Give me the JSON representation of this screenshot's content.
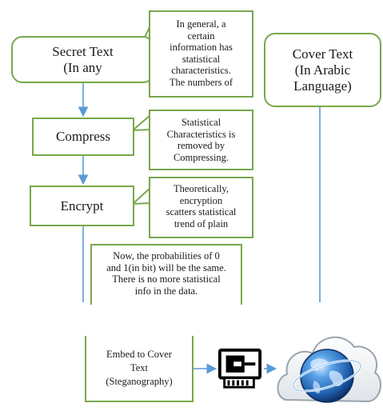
{
  "secret_text": {
    "lines": [
      "Secret Text",
      "(In any"
    ]
  },
  "cover_text": {
    "lines": [
      "Cover Text",
      "(In Arabic",
      "Language)"
    ]
  },
  "compress": {
    "label": "Compress"
  },
  "encrypt": {
    "label": "Encrypt"
  },
  "embed": {
    "lines": [
      "Embed to Cover",
      "Text",
      "(Steganography)"
    ]
  },
  "note_general": {
    "lines": [
      "In general, a",
      "certain",
      "information has",
      "statistical",
      "characteristics.",
      "The numbers of"
    ]
  },
  "note_compress": {
    "lines": [
      "Statistical",
      "Characteristics is",
      "removed by",
      "Compressing."
    ]
  },
  "note_encrypt": {
    "lines": [
      "Theoretically,",
      "encryption",
      "scatters statistical",
      "trend of plain"
    ]
  },
  "note_probability": {
    "lines": [
      "Now, the probabilities of 0",
      "and 1(in bit) will be the same.",
      "There is no more statistical",
      "info in the data."
    ]
  },
  "icons": {
    "device": "network-card-icon",
    "cloud": "cloud-globe-icon"
  },
  "colors": {
    "box_border": "#78a84b",
    "connector": "#5b9bd5",
    "globe_blue": "#1f5fae"
  }
}
